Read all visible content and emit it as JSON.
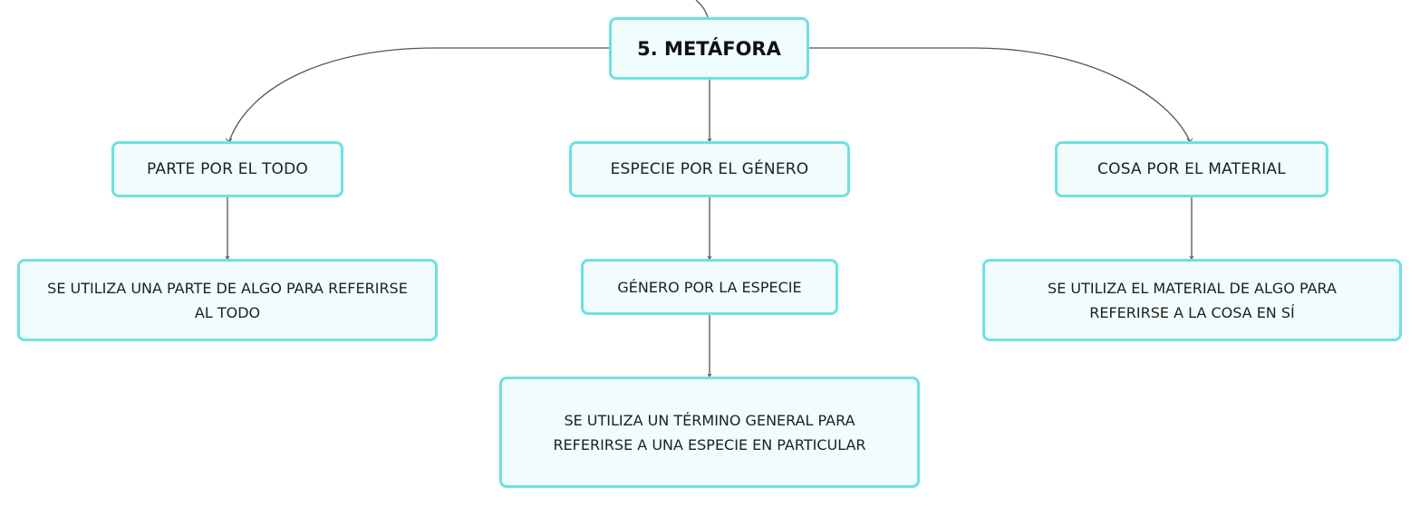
{
  "diagram": {
    "root": {
      "label": "5. METÁFORA"
    },
    "branches": [
      {
        "label": "PARTE POR EL TODO",
        "description": "SE UTILIZA UNA PARTE DE ALGO PARA REFERIRSE AL TODO"
      },
      {
        "label": "ESPECIE POR EL GÉNERO",
        "child": {
          "label": "GÉNERO POR LA ESPECIE",
          "description": "SE UTILIZA UN TÉRMINO GENERAL PARA REFERIRSE A UNA ESPECIE EN PARTICULAR"
        }
      },
      {
        "label": "COSA POR EL MATERIAL",
        "description": "SE UTILIZA EL MATERIAL DE ALGO PARA REFERIRSE A LA COSA EN SÍ"
      }
    ]
  },
  "colors": {
    "node_border": "#6ee1e1",
    "node_fill": "#f1fcfc",
    "connector": "#555555",
    "text": "#1f1f1f"
  }
}
